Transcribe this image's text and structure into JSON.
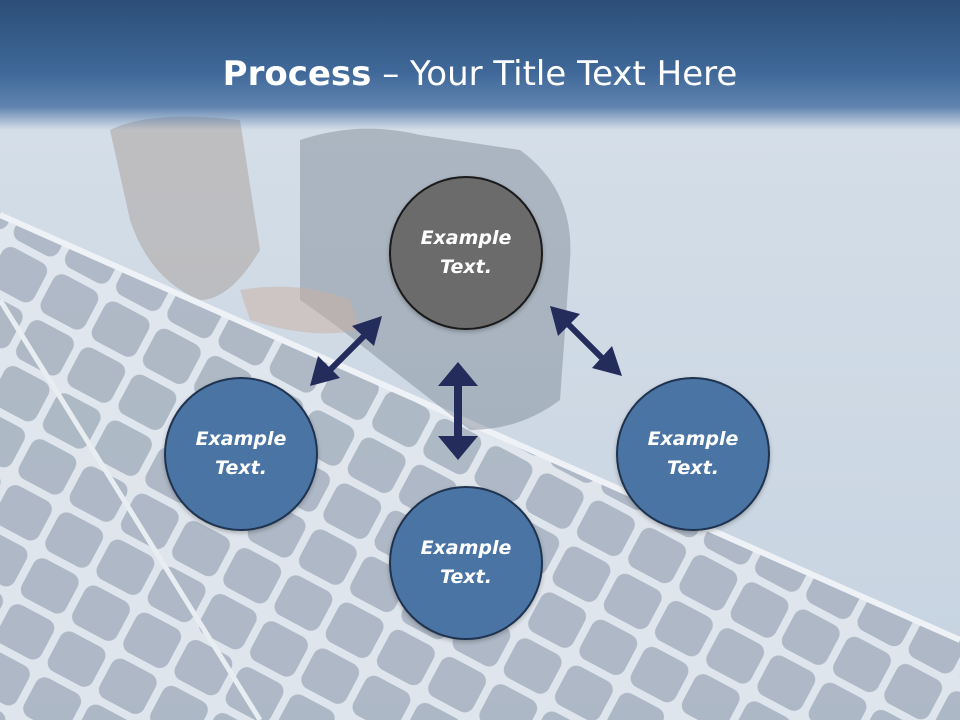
{
  "slide": {
    "title_bold": "Process",
    "title_sep": " – ",
    "title_rest": "Your Title Text Here"
  },
  "nodes": {
    "center_label": "Example Text.",
    "left_label": "Example Text.",
    "bottom_label": "Example Text.",
    "right_label": "Example Text."
  },
  "colors": {
    "title_bar": "#3f6898",
    "node_blue": "#4a74a3",
    "node_gray": "#6b6b6b",
    "arrow": "#232c5a"
  },
  "background": "solar-panels-worker-photo"
}
